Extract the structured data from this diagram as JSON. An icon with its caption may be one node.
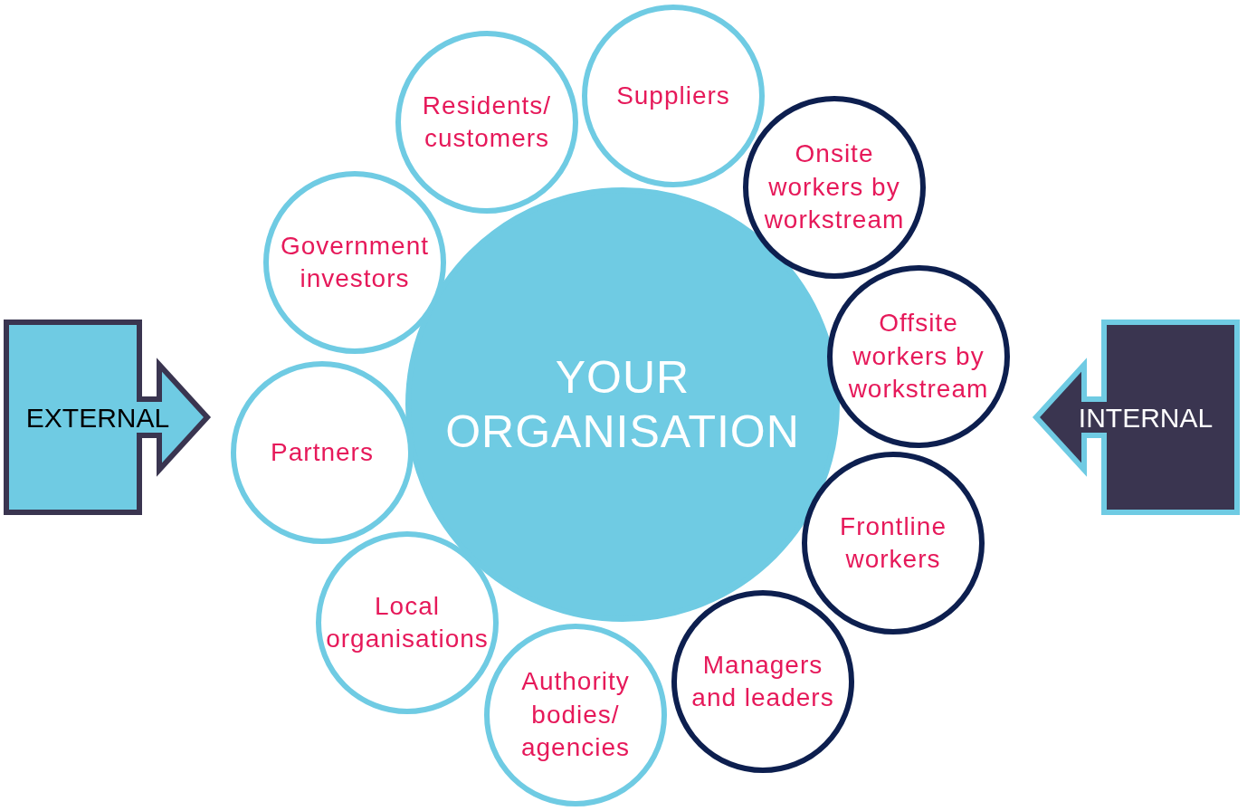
{
  "diagram": {
    "nodes": [
      {
        "text": [
          "YOUR ORGANISATION"
        ]
      },
      {
        "text": [
          "Residents/ customers"
        ]
      },
      {
        "text": [
          "Suppliers"
        ]
      },
      {
        "text": [
          "Onsite workers by workstream"
        ]
      },
      {
        "text": [
          "Offsite workers by workstream"
        ]
      },
      {
        "text": [
          "Frontline workers"
        ]
      },
      {
        "text": [
          "Managers and leaders"
        ]
      },
      {
        "text": [
          "Authority bodies/ agencies"
        ]
      },
      {
        "text": [
          "Local organisations"
        ]
      },
      {
        "text": [
          "Partners"
        ]
      },
      {
        "text": [
          "Government investors"
        ]
      },
      {
        "text": [
          "EXTERNAL"
        ]
      },
      {
        "text": [
          "INTERNAL"
        ]
      }
    ]
  }
}
